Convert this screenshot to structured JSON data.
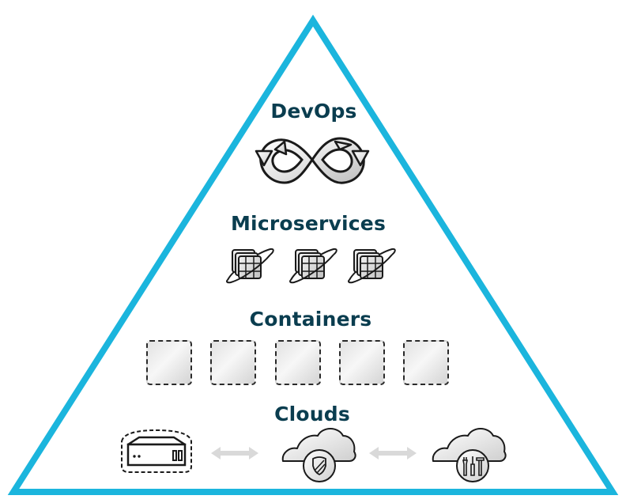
{
  "colors": {
    "triangle_stroke": "#1bb5dd",
    "label_text": "#0a3d4f",
    "icon_stroke": "#1a1a1a",
    "arrow_fill": "#d9d9d9"
  },
  "layers": {
    "devops": {
      "label": "DevOps",
      "icon": "infinity-loop-icon"
    },
    "microservices": {
      "label": "Microservices",
      "icons": [
        "microservice-grid-icon",
        "microservice-grid-icon",
        "microservice-grid-icon"
      ]
    },
    "containers": {
      "label": "Containers",
      "count": 5,
      "icon": "container-box-icon"
    },
    "clouds": {
      "label": "Clouds",
      "items": [
        {
          "icon": "server-icon",
          "name": "on-premise server"
        },
        {
          "icon": "bidirectional-arrow-icon"
        },
        {
          "icon": "cloud-shield-icon",
          "name": "private cloud"
        },
        {
          "icon": "bidirectional-arrow-icon"
        },
        {
          "icon": "cloud-tools-icon",
          "name": "public cloud"
        }
      ]
    }
  }
}
